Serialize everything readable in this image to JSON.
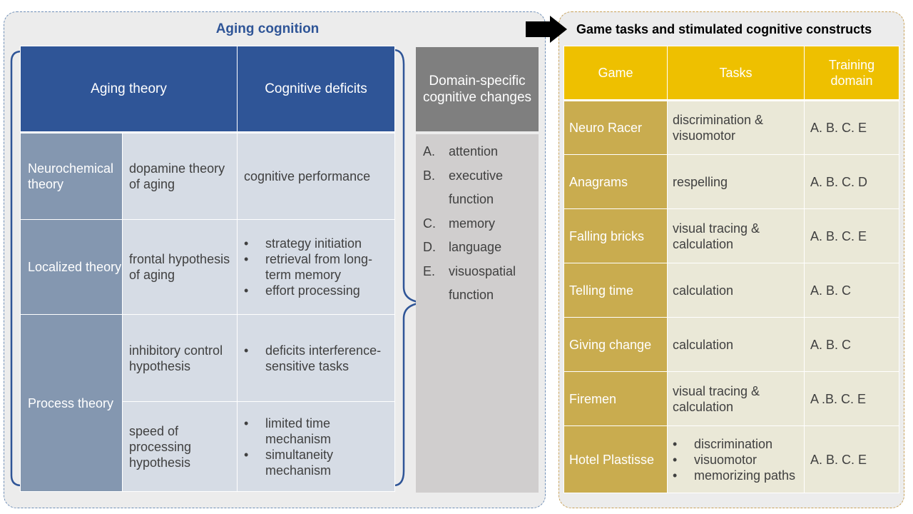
{
  "left_title": "Aging cognition",
  "right_title": "Game tasks and  stimulated cognitive constructs",
  "aging_table": {
    "headers": [
      "Aging theory",
      "Cognitive deficits"
    ],
    "rows": [
      {
        "theory": "Neurochemical theory",
        "sub": "dopamine theory of aging",
        "deficits_text": "cognitive performance"
      },
      {
        "theory": "Localized theory",
        "sub": "frontal hypothesis of aging",
        "deficits": [
          "strategy initiation",
          "retrieval from long-term memory",
          "effort processing"
        ]
      },
      {
        "theory": "Process theory",
        "sub": "inhibitory control hypothesis",
        "deficits": [
          "deficits interference-sensitive tasks"
        ]
      },
      {
        "sub": "speed of processing hypothesis",
        "deficits": [
          "limited time mechanism",
          "simultaneity mechanism"
        ]
      }
    ]
  },
  "domain_column": {
    "header": "Domain-specific cognitive changes",
    "items": [
      {
        "letter": "A.",
        "text": "attention"
      },
      {
        "letter": "B.",
        "text": "executive function"
      },
      {
        "letter": "C.",
        "text": "memory"
      },
      {
        "letter": "D.",
        "text": "language"
      },
      {
        "letter": "E.",
        "text": "visuospatial function"
      }
    ]
  },
  "game_table": {
    "headers": [
      "Game",
      "Tasks",
      "Training domain"
    ],
    "rows": [
      {
        "game": "Neuro Racer",
        "task": "discrimination & visuomotor",
        "domain": "A. B. C. E"
      },
      {
        "game": "Anagrams",
        "task": "respelling",
        "domain": "A. B. C. D"
      },
      {
        "game": "Falling bricks",
        "task": "visual tracing & calculation",
        "domain": "A. B. C. E"
      },
      {
        "game": "Telling time",
        "task": "calculation",
        "domain": "A. B. C"
      },
      {
        "game": "Giving change",
        "task": "calculation",
        "domain": "A. B. C"
      },
      {
        "game": "Firemen",
        "task": "visual tracing & calculation",
        "domain": "A .B. C. E"
      },
      {
        "game": "Hotel Plastisse",
        "task_list": [
          "discrimination",
          "visuomotor",
          "memorizing paths"
        ],
        "domain": "A. B. C. E"
      }
    ]
  },
  "colors": {
    "aging_header": "#2f5597",
    "theory_cell": "#8497b0",
    "sub_cell": "#d6dce5",
    "domain_header": "#7f7f7f",
    "domain_body": "#d0cece",
    "game_header": "#eec000",
    "game_name_cell": "#c9ac4f",
    "game_body_cell": "#eae8d7",
    "left_panel_border": "#6f8fb8",
    "right_panel_border": "#c9a25a"
  }
}
